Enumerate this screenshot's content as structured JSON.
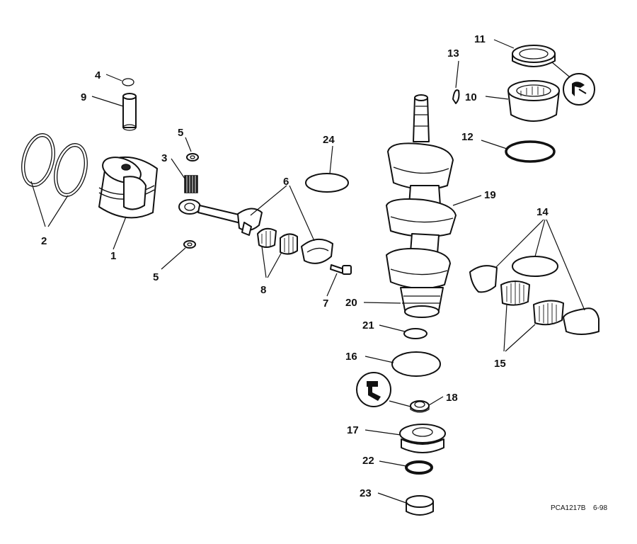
{
  "labels": {
    "l1": "1",
    "l2": "2",
    "l3": "3",
    "l4": "4",
    "l5a": "5",
    "l5b": "5",
    "l6": "6",
    "l7": "7",
    "l8": "8",
    "l9": "9",
    "l10": "10",
    "l11": "11",
    "l12": "12",
    "l13": "13",
    "l14": "14",
    "l15": "15",
    "l16": "16",
    "l17": "17",
    "l18": "18",
    "l19": "19",
    "l20": "20",
    "l21": "21",
    "l22": "22",
    "l23": "23",
    "l24": "24"
  },
  "drawing_code": "PCA1217B",
  "drawing_date": "6-98",
  "colors": {
    "line": "#111111",
    "background": "#ffffff"
  },
  "icons": [
    "sealant-application-icon",
    "lubricant-application-icon"
  ]
}
